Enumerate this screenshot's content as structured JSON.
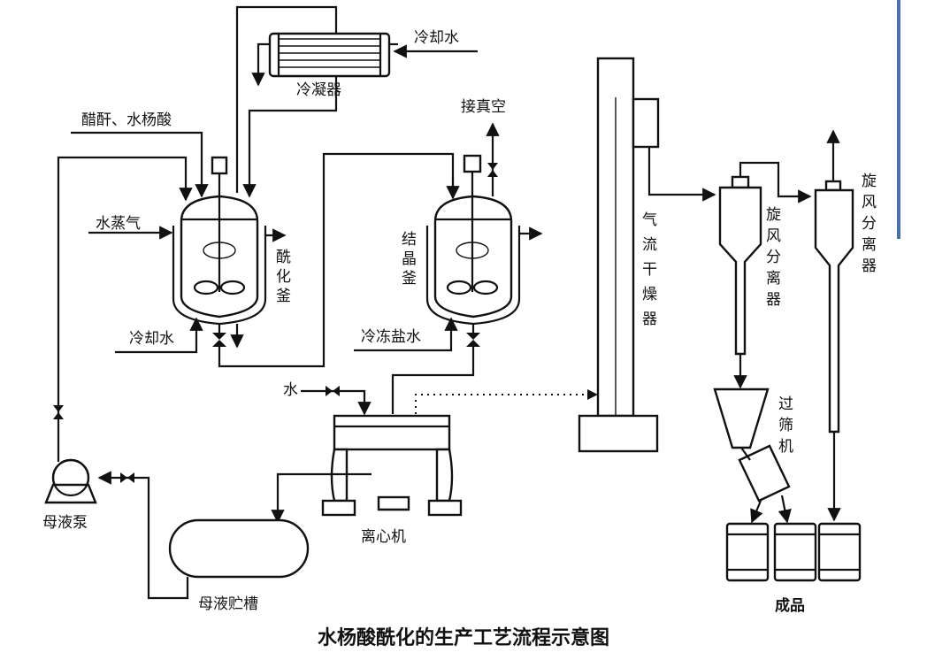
{
  "title": "水杨酸酰化的生产工艺流程示意图",
  "labels": {
    "cooling_water_top": "冷却水",
    "condenser": "冷凝器",
    "feed": "醋酐、水杨酸",
    "vacuum": "接真空",
    "steam": "水蒸气",
    "acylation_kettle": [
      "酰",
      "化",
      "釜"
    ],
    "cooling_water_bottom": "冷却水",
    "crystallizer": [
      "结",
      "晶",
      "釜"
    ],
    "brine": "冷冻盐水",
    "water": "水",
    "airflow_dryer": [
      "气",
      "流",
      "干",
      "燥",
      "器"
    ],
    "cyclone1": [
      "旋",
      "风",
      "分",
      "离",
      "器"
    ],
    "cyclone2": [
      "旋",
      "风",
      "分",
      "离",
      "器"
    ],
    "sieve": [
      "过",
      "筛",
      "机"
    ],
    "mother_pump": "母液泵",
    "centrifuge": "离心机",
    "mother_tank": "母液贮槽",
    "product": "成品"
  },
  "colors": {
    "line": "#111111",
    "accent_bar": "#4a6fb0"
  }
}
